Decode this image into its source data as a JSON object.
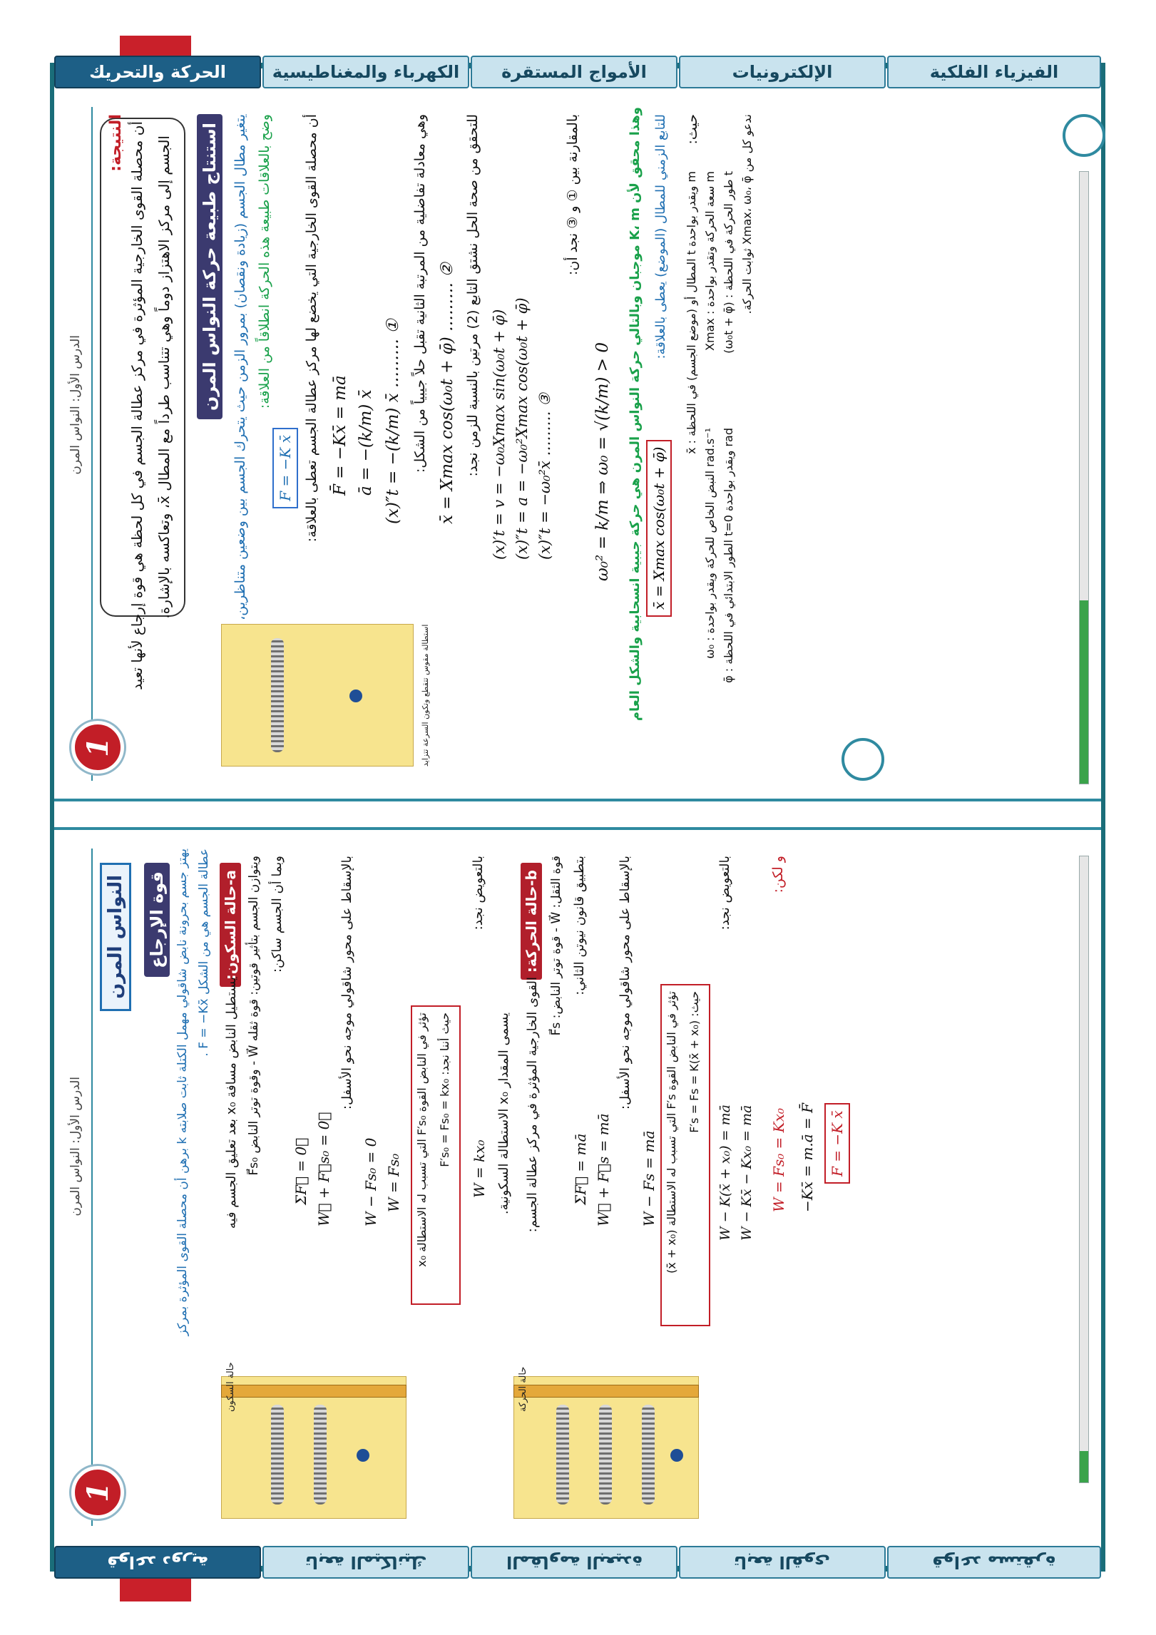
{
  "left_page": {
    "header_lesson": "الدرس الأول: النواس المرن",
    "badge_number": "1",
    "main_title": "النواس المرن",
    "section_title": "قوة الإرجاع",
    "intro_line_1": "يهتز جسم بحرونة نابض شاقولي مهمل الكتلة ثابت صلابته k برهن أن محصلة القوى المؤثرة بمركز",
    "intro_line_2": "عطالة الجسم هي من الشكل F = −Kx̄ .",
    "state_rest_title": "a-حالة السكون:",
    "rest_lines": [
      "يستطيل النابض مسافة x₀ بعد تعليق الجسم فيه",
      "ويتوازن الجسم بتأثير قوتين: قوة ثقله W⃗   -   وقوة توتر النابض F⃗s₀",
      "وبما أن الجسم ساكن:",
      "ΣF⃗ = 0⃗",
      "W⃗ + F⃗s₀ = 0⃗",
      "بالإسقاط على محور شاقولي موجه نحو الأسفل:",
      "W − Fs₀ = 0",
      "W = Fs₀"
    ],
    "rest_box_line_1": "تؤثر في النابض القوة F′s₀ التي تسبب له الاستطالة x₀",
    "rest_box_line_2": "حيث أننا نجد: F′s₀ = Fs₀ = kx₀",
    "rest_substitute": "بالتعويض نجد:",
    "rest_result": "W = kx₀",
    "static_extension": "يسمى المقدار x₀ الاستطالة السكونية.",
    "state_motion_title": "b-حالة الحركة:",
    "motion_lines": [
      "القوى الخارجية المؤثرة في مركز عطالة الجسم:",
      "قوة الثقل: W⃗   -   قوة توتر النابض: F⃗s",
      "بتطبيق قانون نيوتن الثاني:",
      "ΣF⃗ = mā",
      "W⃗ + F⃗s = mā",
      "بالإسقاط على محور شاقولي موجه نحو الأسفل:",
      "W − Fs = mā"
    ],
    "motion_box_line_1": "تؤثر في النابض القوة F′s التي تسبب له الاستطالة (x̄ + x₀)",
    "motion_box_line_2": "حيث: F′s = Fs = K(x̄ + x₀)",
    "motion_substitute": "بالتعويض نجد:",
    "motion_eq_1": "W − K(x̄ + x₀) = mā",
    "motion_eq_2": "W − Kx̄ − Kx₀ = mā",
    "but_text": "و لكن:",
    "but_eq": "W = Fs₀ = Kx₀",
    "final_eq_1": "−Kx̄ = m.ā = F̄",
    "final_eq_2": "F = −K x̄",
    "fig_rest_label": "حالة السكون",
    "fig_motion_label": "حالة الحركة",
    "side_tabs": [
      "قواعد دورية",
      "تابعة الميكانيك",
      "المقاومة البعيدة",
      "تابعة القوى",
      "قواعد مستقرة"
    ]
  },
  "right_page": {
    "header_lesson": "الدرس الأول: النواس المرن",
    "badge_number": "1",
    "result_label": "النتيجة:",
    "result_line_1": "أن محصلة القوى الخارجية المؤثرة في مركز عطالة الجسم في كل لحظة هي قوة إرجاع لأنها تعيد",
    "result_line_2": "الجسم إلى مركز الاهتزاز دوماً وهي تتناسب طرداً مع المطال x̄، وتعاكسه بالإشارة.",
    "nature_title": "استنتاج طبيعة حركة النواس المرن",
    "nature_line_1": "يتغير مطال الجسم (زيادة ونقصان) بمرور الزمن حيث يتحرك الجسم بين وضعين متناظرين،",
    "nature_line_2": "وضح بالعلاقات طبيعة هذه الحركة انطلاقاً من العلاقة:",
    "nature_relation": "F = −K x̄",
    "nature_line_3": "أن محصلة القوى الخارجية التي يخضع لها مركز عطالة الجسم تعطى بالعلاقة:",
    "eq_1": "F̄ = −Kx̄ = mā",
    "eq_2": "ā = −(k/m) x̄",
    "eq_3": "(x)″t = −(k/m) x̄ ……… ①",
    "diff_eq_text": "وهي معادلة تفاضلية من المرتبة الثانية تقبل حلاً جيبياً من الشكل:",
    "eq_4": "x̄ = Xmax cos(ω₀t + φ̄) ……… ②",
    "verify_text": "للتحقق من صحة الحل نشتق التابع (2) مرتين بالنسبة للزمن نجد:",
    "eq_5": "(x)′t = v = −ω₀Xmax sin(ω₀t + φ̄)",
    "eq_6": "(x)″t = a = −ω₀²Xmax cos(ω₀t + φ̄)",
    "eq_7": "(x)″t = −ω₀²x̄ ……… ③",
    "compare_text": "بالمقارنة بين ① و ③ نجد أن:",
    "eq_8": "ω₀² = k/m  ⇒  ω₀ = √(k/m) > 0",
    "green_line_1": "وهذا محقق لأن K، m موجبان وبالتالي حركة النواس المرن هي حركة جيبية انسحابية والشكل العام",
    "green_line_2": "للتابع الزمني للمطال (الموضع) يعطى بالعلاقة:",
    "general_eq": "x̄ = Xmax cos(ω₀t + φ̄)",
    "where": "حيث:",
    "defs": [
      "x̄ : المطال أو (موضع الجسم) في اللحظة t ويقدر بواحدة m",
      "Xmax : سعة الحركة وتقدر بواحدة m",
      "ω₀ : النبض الخاص للحركة ويقدر بواحدة rad.s⁻¹",
      "(ω₀t + φ̄) : طور الحركة في اللحظة t",
      "φ̄ : الطور الابتدائي في اللحظة t=0 ويقدر بواحدة rad",
      "ندعو كل من Xmax، ω₀، φ̄ ثوابت الحركة."
    ],
    "fig_caption": "استطالة مقوس تتقطع وتكون السرعة تتزايد",
    "side_tabs": [
      "الحركة والتحريك",
      "الكهرباء والمغناطيسية",
      "الأمواج المستقرة",
      "الإلكترونيات",
      "الفيزياء الفلكية"
    ]
  },
  "colors": {
    "teal_rail": "#1a6d79",
    "tab_light": "#c9e3ee",
    "tab_dark": "#1d5f86",
    "accent_red": "#c21e27",
    "blue_text": "#1f6fb2",
    "green_text": "#19a14a"
  },
  "progress": {
    "left_page_fill": 0.05,
    "right_page_fill": 0.3
  }
}
